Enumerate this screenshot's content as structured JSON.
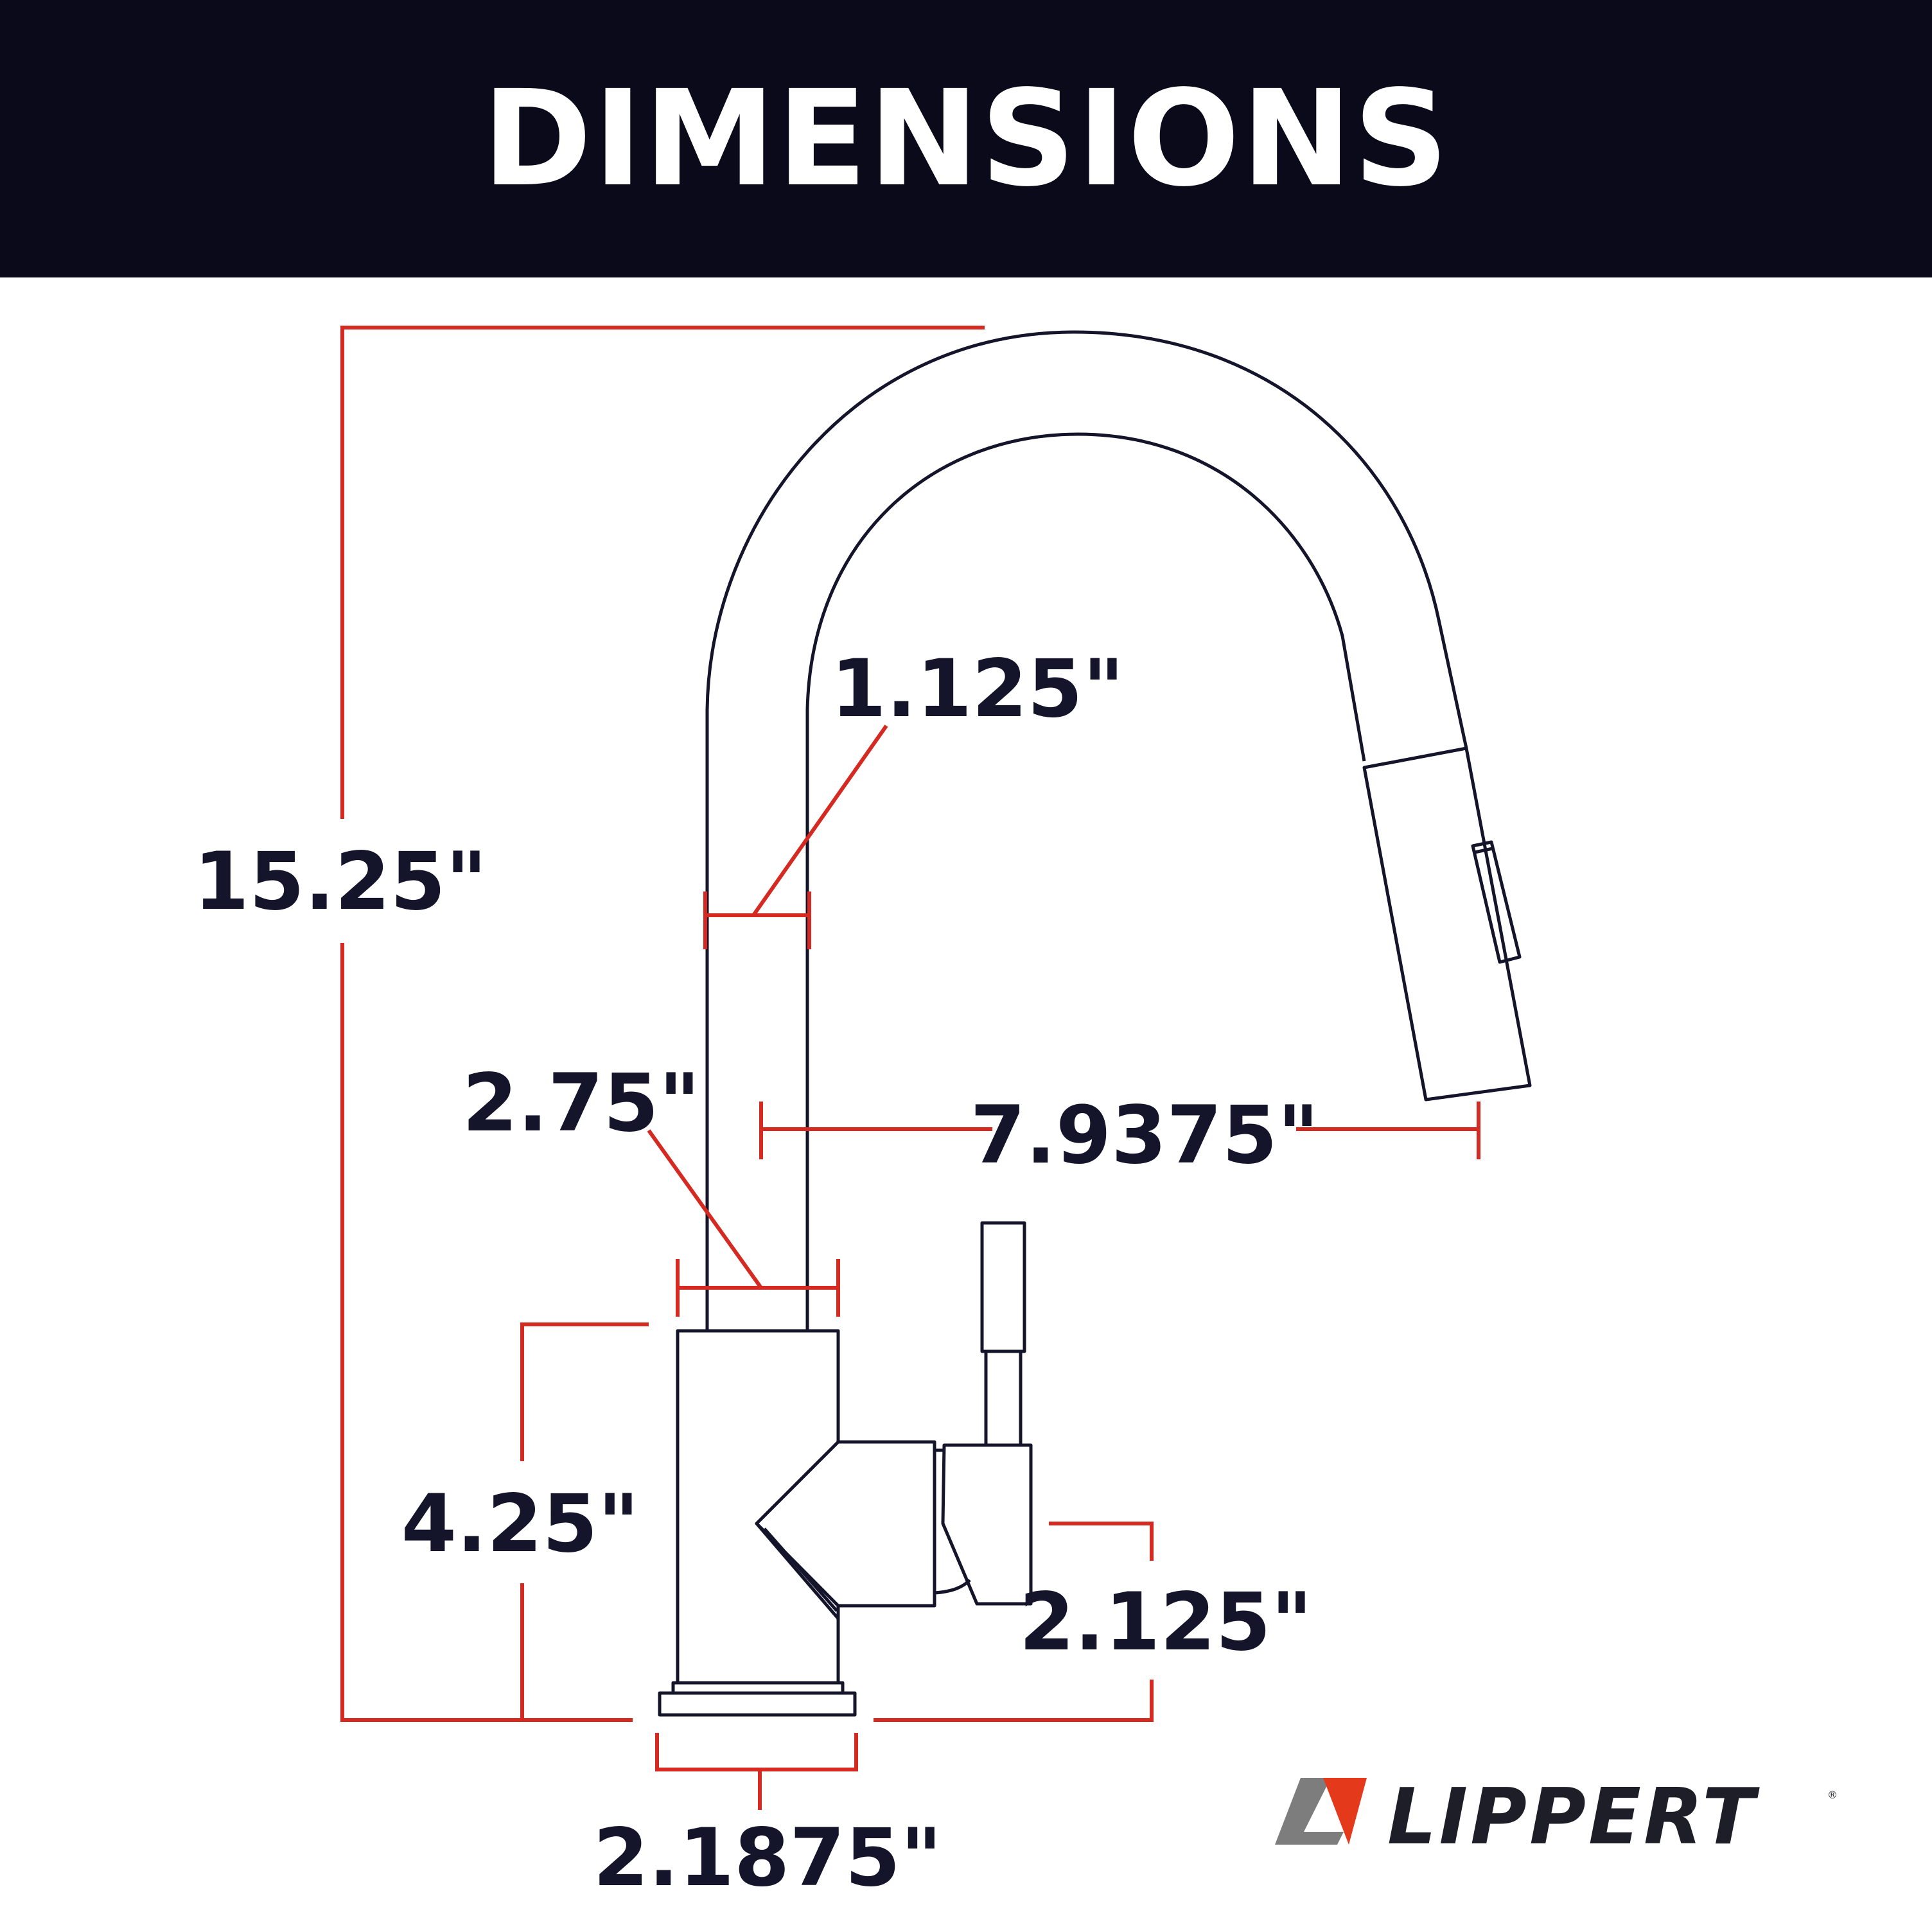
{
  "banner": {
    "title": "DIMENSIONS",
    "background": "#0a0a1a",
    "text_color": "#ffffff"
  },
  "dimensions": {
    "overall_height": "15.25\"",
    "spout_diameter": "1.125\"",
    "body_diameter": "2.75\"",
    "spout_reach": "7.9375\"",
    "body_height": "4.25\"",
    "handle_height": "2.125\"",
    "base_width": "2.1875\""
  },
  "colors": {
    "dimension_line": "#d42a22",
    "outline": "#14142b",
    "logo_accent": "#e5391b",
    "logo_gray": "#7d7d7d"
  },
  "logo": {
    "text": "LIPPERT",
    "registered": "®"
  }
}
